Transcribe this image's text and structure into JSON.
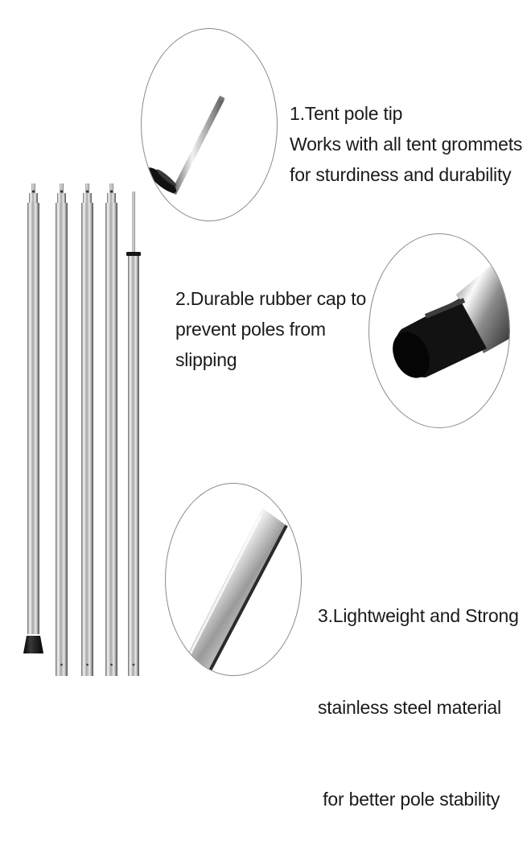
{
  "colors": {
    "steel_light": "#f4f4f4",
    "steel_mid": "#b9b9b9",
    "steel_dark": "#555555",
    "rubber": "#111111",
    "circle_border": "#8a8a8a",
    "text": "#1a1a1a"
  },
  "features": [
    {
      "lines": [
        "1.Tent pole tip",
        "Works with all tent grommets",
        "for sturdiness and durability"
      ]
    },
    {
      "lines": [
        "2.Durable rubber cap to",
        "prevent poles from",
        "slipping"
      ]
    },
    {
      "lines": [
        "3.Lightweight and Strong",
        "stainless steel material",
        " for better pole stability"
      ]
    }
  ]
}
